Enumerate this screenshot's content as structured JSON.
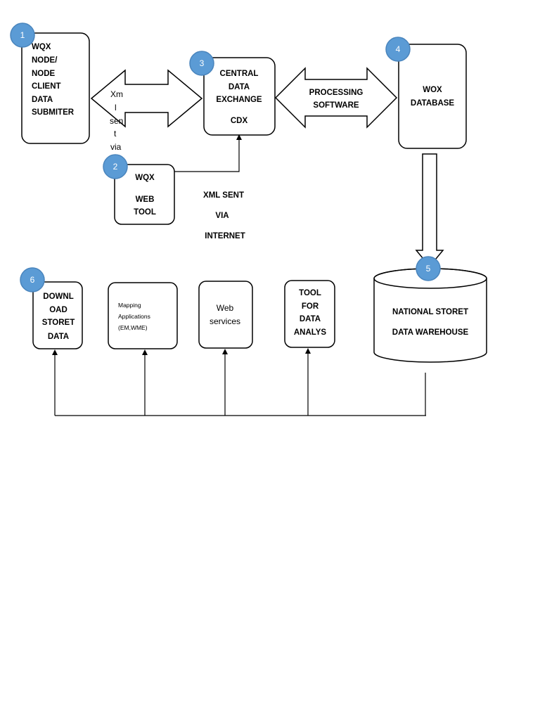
{
  "colors": {
    "badge": "#5b9bd5",
    "badge_border": "#4a85bd",
    "stroke": "#000000"
  },
  "boxes": {
    "submitter": [
      "WQX",
      "NODE/",
      "NODE",
      "CLIENT",
      "DATA",
      "SUBMITER"
    ],
    "cdx": [
      "CENTRAL",
      "DATA",
      "EXCHANGE",
      "CDX"
    ],
    "database": [
      "WOX",
      "DATABASE"
    ],
    "webtool": [
      "WQX",
      "WEB",
      "TOOL"
    ],
    "warehouse": [
      "NATIONAL STORET",
      "DATA WAREHOUSE"
    ],
    "download": [
      "DOWNL",
      "OAD",
      "STORET",
      "DATA"
    ],
    "mapping": [
      "Mapping",
      "Applications",
      "(EM,WME)"
    ],
    "webservices": [
      "Web",
      "services"
    ],
    "analysis": [
      "TOOL",
      "FOR",
      "DATA",
      "ANALYS"
    ]
  },
  "arrows": {
    "left_label": [
      "Xm",
      "l",
      "sen",
      "t",
      "via"
    ],
    "processing": [
      "PROCESSING",
      "SOFTWARE"
    ]
  },
  "notes": {
    "xml_sent": [
      "XML SENT",
      "VIA",
      "INTERNET"
    ]
  },
  "badges": [
    "1",
    "2",
    "3",
    "4",
    "5",
    "6"
  ]
}
